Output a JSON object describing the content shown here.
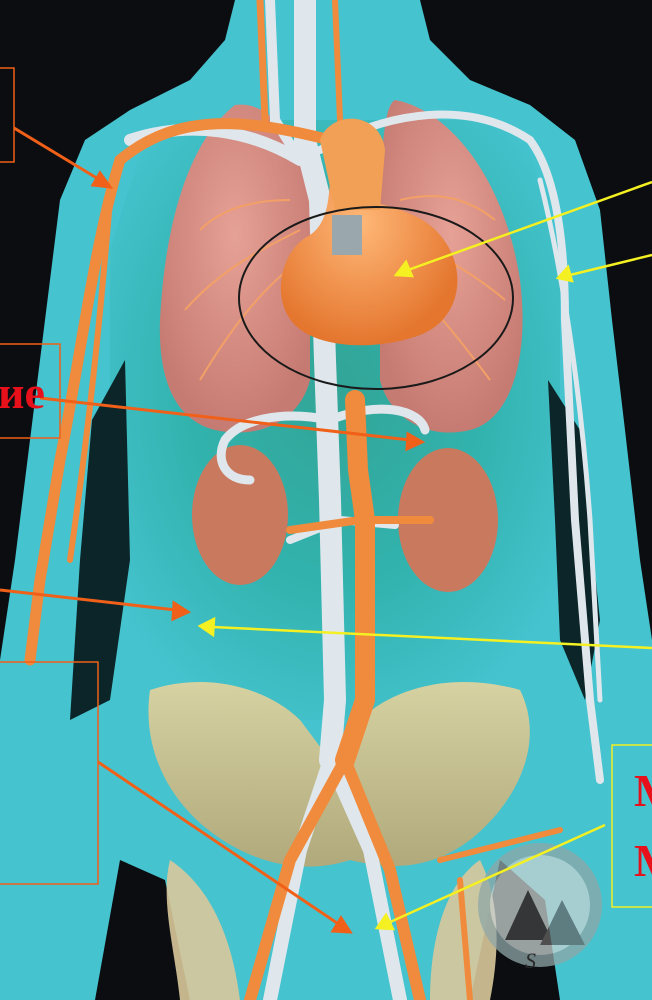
{
  "colors": {
    "background": "#0b0d10",
    "body_fill": "#3fbcc8",
    "body_inner": "#2aa89a",
    "lung": "#d88e84",
    "artery": "#f08a3c",
    "vein": "#dfe7ec",
    "heart": "#f3964c",
    "kidney": "#c97a5e",
    "pelvis": "#d7c48f",
    "label_text": "#e8101a",
    "orange_pointer": "#f06018",
    "yellow_pointer": "#f4f022"
  },
  "labels": {
    "organ_label_fragment": "ие",
    "corner_label_line1": "М",
    "corner_label_line2": "М"
  }
}
